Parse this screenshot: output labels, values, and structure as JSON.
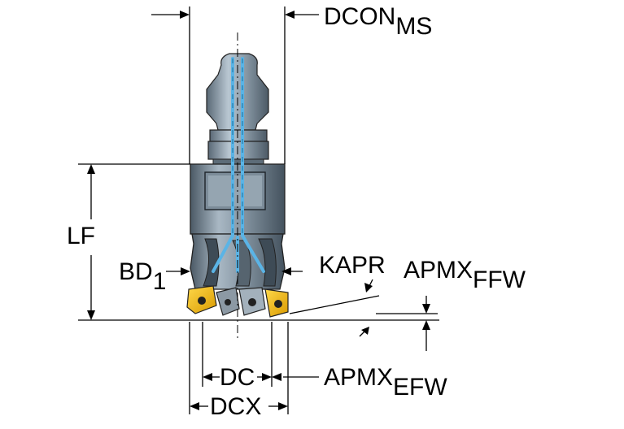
{
  "labels": {
    "dcon_main": "DCON",
    "dcon_sub": "MS",
    "lf": "LF",
    "bd_main": "BD",
    "bd_sub": "1",
    "kapr": "KAPR",
    "apmx_ffw_main": "APMX",
    "apmx_ffw_sub": "FFW",
    "dc": "DC",
    "apmx_efw_main": "APMX",
    "apmx_efw_sub": "EFW",
    "dcx": "DCX"
  },
  "colors": {
    "body_dark": "#4e5d69",
    "body_mid": "#7d8d9a",
    "body_light": "#b8c6d1",
    "coolant": "#5ab4e6",
    "insert": "#f2b400",
    "line": "#000000"
  }
}
